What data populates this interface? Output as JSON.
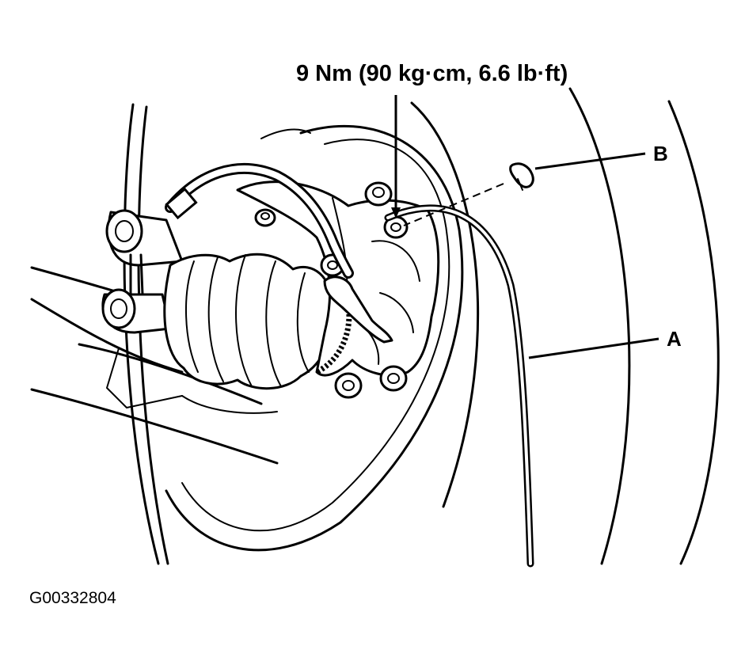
{
  "torque_spec": "9 Nm (90 kg·cm, 6.6 lb·ft)",
  "callouts": {
    "a": "A",
    "b": "B"
  },
  "figure_id": "G00332804"
}
